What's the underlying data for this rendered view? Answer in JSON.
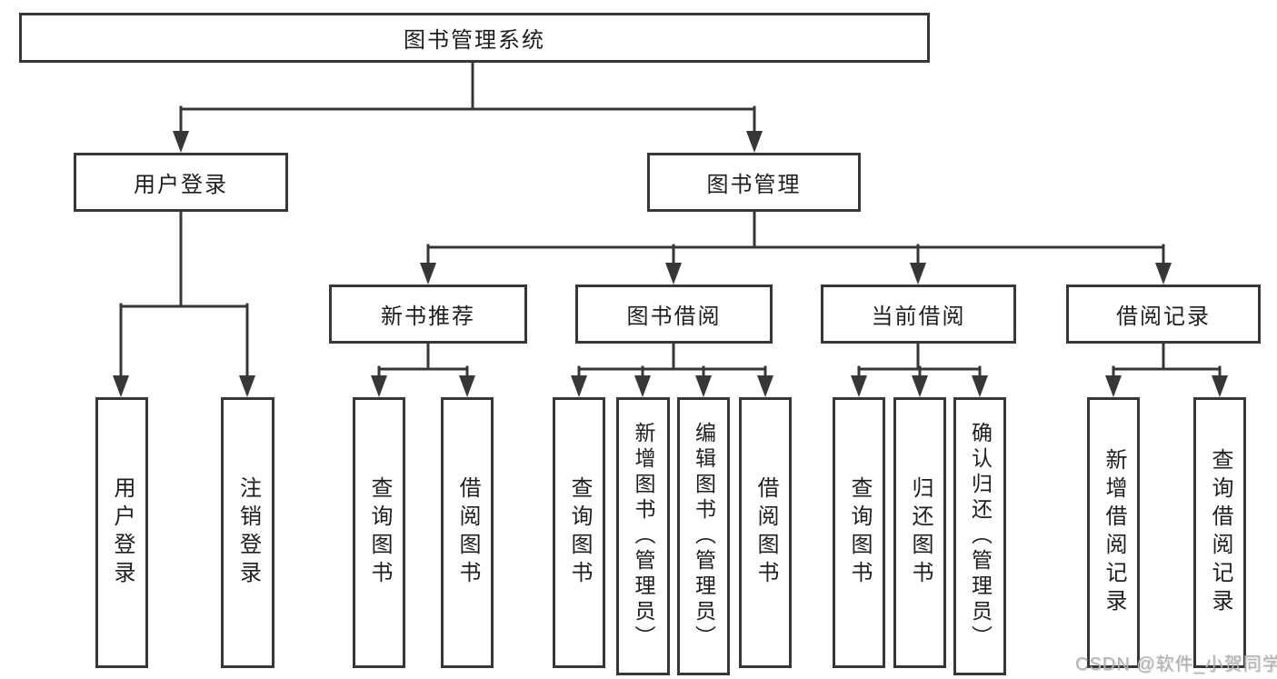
{
  "diagram": {
    "root": {
      "label": "图书管理系统"
    },
    "branches": [
      {
        "label": "用户登录",
        "children": [
          {
            "label": "用户登录"
          },
          {
            "label": "注销登录"
          }
        ]
      },
      {
        "label": "图书管理",
        "children": [
          {
            "label": "新书推荐",
            "children": [
              {
                "label": "查询图书"
              },
              {
                "label": "借阅图书"
              }
            ]
          },
          {
            "label": "图书借阅",
            "children": [
              {
                "label": "查询图书"
              },
              {
                "label": "新增图书（管理员）"
              },
              {
                "label": "编辑图书（管理员）"
              },
              {
                "label": "借阅图书"
              }
            ]
          },
          {
            "label": "当前借阅",
            "children": [
              {
                "label": "查询图书"
              },
              {
                "label": "归还图书"
              },
              {
                "label": "确认归还（管理员）"
              }
            ]
          },
          {
            "label": "借阅记录",
            "children": [
              {
                "label": "新增借阅记录"
              },
              {
                "label": "查询借阅记录"
              }
            ]
          }
        ]
      }
    ]
  },
  "watermark": {
    "text": "CSDN @软件_小贺同学"
  },
  "colors": {
    "line": "#373737",
    "text": "#1e1e1e",
    "watermark": "#b2b2b2",
    "background": "#ffffff"
  }
}
